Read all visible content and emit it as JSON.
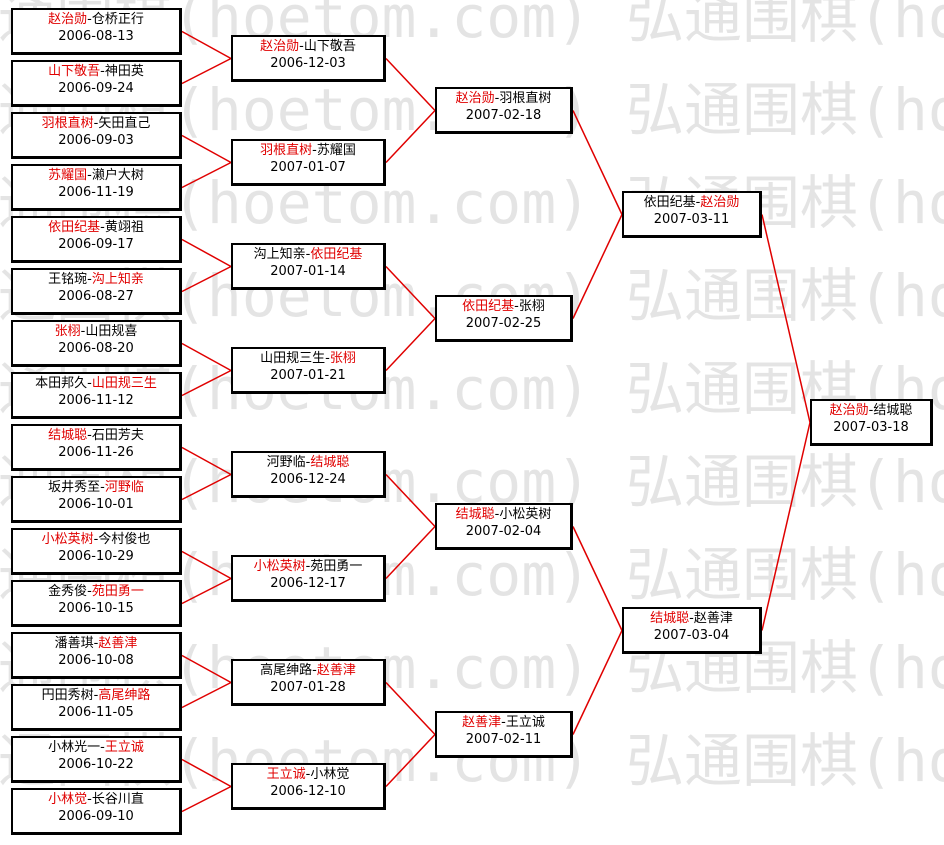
{
  "watermark": "弘通围棋(hoetom.com)",
  "colors": {
    "winner": "#e00000",
    "line": "#e00000",
    "border": "#000000"
  },
  "round1": [
    {
      "a": "赵治勋",
      "b": "仓桥正行",
      "winner": "a",
      "date": "2006-08-13"
    },
    {
      "a": "山下敬吾",
      "b": "神田英",
      "winner": "a",
      "date": "2006-09-24"
    },
    {
      "a": "羽根直树",
      "b": "矢田直己",
      "winner": "a",
      "date": "2006-09-03"
    },
    {
      "a": "苏耀国",
      "b": "濑户大树",
      "winner": "a",
      "date": "2006-11-19"
    },
    {
      "a": "依田纪基",
      "b": "黄翊祖",
      "winner": "a",
      "date": "2006-09-17"
    },
    {
      "a": "王铭琬",
      "b": "沟上知亲",
      "winner": "b",
      "date": "2006-08-27"
    },
    {
      "a": "张栩",
      "b": "山田规喜",
      "winner": "a",
      "date": "2006-08-20"
    },
    {
      "a": "本田邦久",
      "b": "山田规三生",
      "winner": "b",
      "date": "2006-11-12"
    },
    {
      "a": "结城聪",
      "b": "石田芳夫",
      "winner": "a",
      "date": "2006-11-26"
    },
    {
      "a": "坂井秀至",
      "b": "河野临",
      "winner": "b",
      "date": "2006-10-01"
    },
    {
      "a": "小松英树",
      "b": "今村俊也",
      "winner": "a",
      "date": "2006-10-29"
    },
    {
      "a": "金秀俊",
      "b": "苑田勇一",
      "winner": "b",
      "date": "2006-10-15"
    },
    {
      "a": "潘善琪",
      "b": "赵善津",
      "winner": "b",
      "date": "2006-10-08"
    },
    {
      "a": "円田秀树",
      "b": "高尾绅路",
      "winner": "b",
      "date": "2006-11-05"
    },
    {
      "a": "小林光一",
      "b": "王立诚",
      "winner": "b",
      "date": "2006-10-22"
    },
    {
      "a": "小林觉",
      "b": "长谷川直",
      "winner": "a",
      "date": "2006-09-10"
    }
  ],
  "round2": [
    {
      "a": "赵治勋",
      "b": "山下敬吾",
      "winner": "a",
      "date": "2006-12-03"
    },
    {
      "a": "羽根直树",
      "b": "苏耀国",
      "winner": "a",
      "date": "2007-01-07"
    },
    {
      "a": "沟上知亲",
      "b": "依田纪基",
      "winner": "b",
      "date": "2007-01-14"
    },
    {
      "a": "山田规三生",
      "b": "张栩",
      "winner": "b",
      "date": "2007-01-21"
    },
    {
      "a": "河野临",
      "b": "结城聪",
      "winner": "b",
      "date": "2006-12-24"
    },
    {
      "a": "小松英树",
      "b": "苑田勇一",
      "winner": "a",
      "date": "2006-12-17"
    },
    {
      "a": "高尾绅路",
      "b": "赵善津",
      "winner": "b",
      "date": "2007-01-28"
    },
    {
      "a": "王立诚",
      "b": "小林觉",
      "winner": "a",
      "date": "2006-12-10"
    }
  ],
  "round3": [
    {
      "a": "赵治勋",
      "b": "羽根直树",
      "winner": "a",
      "date": "2007-02-18"
    },
    {
      "a": "依田纪基",
      "b": "张栩",
      "winner": "a",
      "date": "2007-02-25"
    },
    {
      "a": "结城聪",
      "b": "小松英树",
      "winner": "a",
      "date": "2007-02-04"
    },
    {
      "a": "赵善津",
      "b": "王立诚",
      "winner": "a",
      "date": "2007-02-11"
    }
  ],
  "round4": [
    {
      "a": "依田纪基",
      "b": "赵治勋",
      "winner": "b",
      "date": "2007-03-11"
    },
    {
      "a": "结城聪",
      "b": "赵善津",
      "winner": "a",
      "date": "2007-03-04"
    }
  ],
  "final": [
    {
      "a": "赵治勋",
      "b": "结城聪",
      "winner": "a",
      "date": "2007-03-18"
    }
  ]
}
